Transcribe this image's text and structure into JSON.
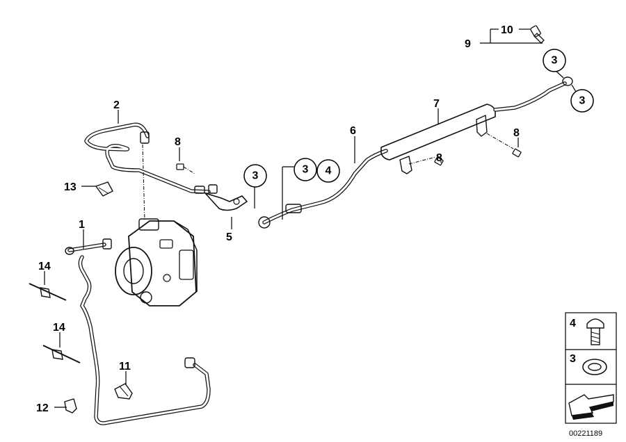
{
  "callouts": {
    "c1": "1",
    "c2": "2",
    "c5": "5",
    "c6": "6",
    "c7": "7",
    "c8a": "8",
    "c8b": "8",
    "c8c": "8",
    "c9": "9",
    "c10": "10",
    "c11": "11",
    "c12": "12",
    "c13": "13",
    "c14a": "14",
    "c14b": "14"
  },
  "circled": {
    "r3a": "3",
    "r3b": "3",
    "r3c": "3",
    "r3d": "3",
    "r4": "4"
  },
  "legend": {
    "item4": "4",
    "item3": "3"
  },
  "doc_id": "00221189"
}
